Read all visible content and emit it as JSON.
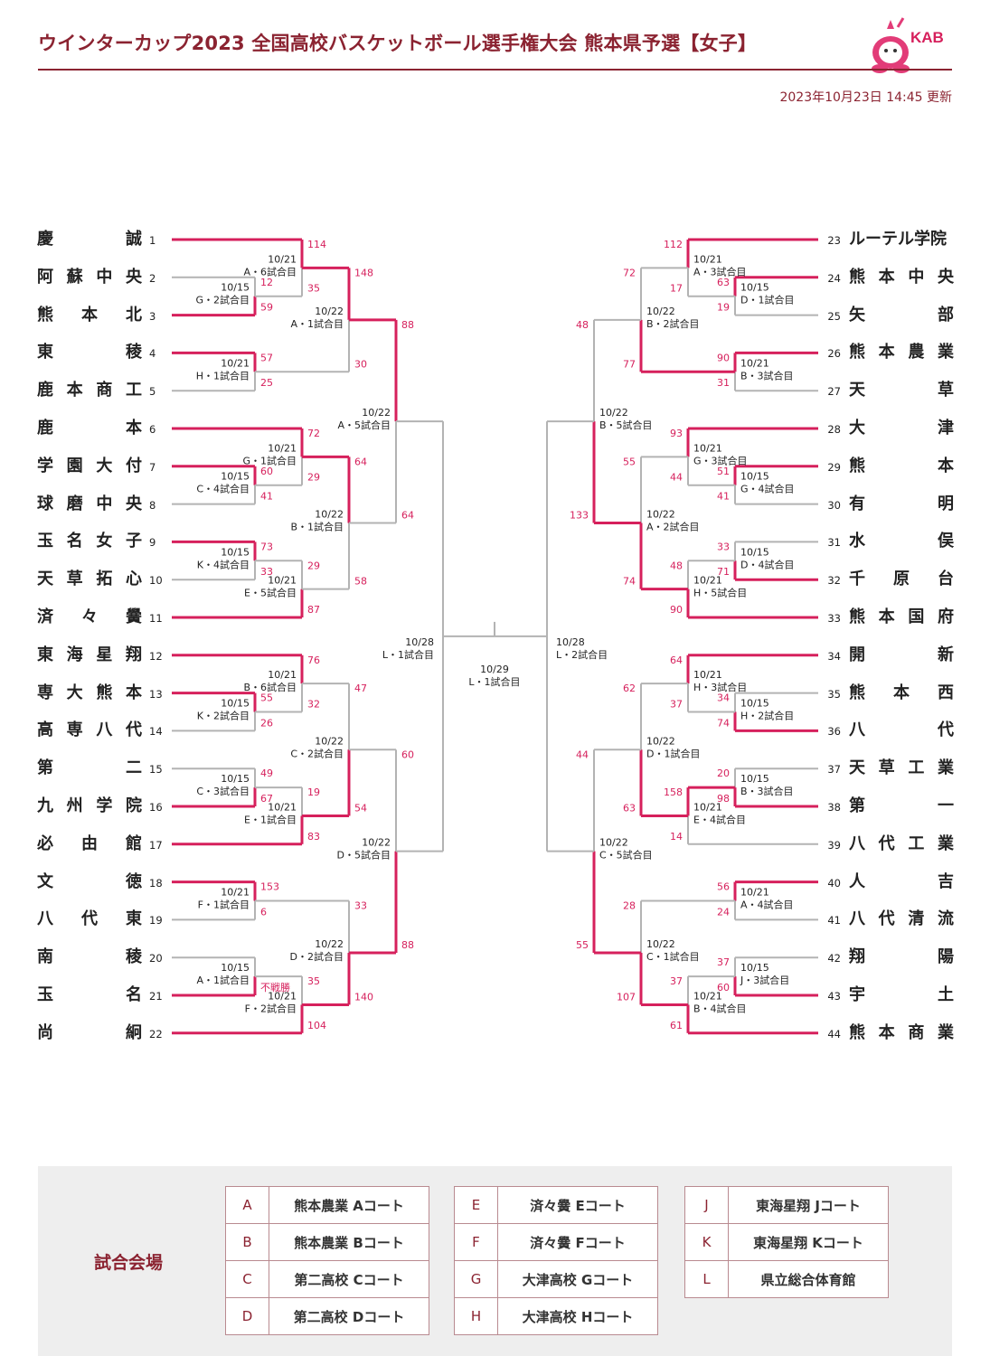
{
  "header": {
    "title": "ウインターカップ2023 全国高校バスケットボール選手権大会 熊本県予選【女子】",
    "updated": "2023年10月23日 14:45 更新",
    "logo_text": "KAB"
  },
  "colors": {
    "accent": "#8b2331",
    "winner_line": "#d6205c",
    "loser_line": "#b3b3b3"
  },
  "teams_left": [
    {
      "seed": "1",
      "name": "慶誠"
    },
    {
      "seed": "2",
      "name": "阿蘇中央"
    },
    {
      "seed": "3",
      "name": "熊本北"
    },
    {
      "seed": "4",
      "name": "東稜"
    },
    {
      "seed": "5",
      "name": "鹿本商工"
    },
    {
      "seed": "6",
      "name": "鹿本"
    },
    {
      "seed": "7",
      "name": "学園大付"
    },
    {
      "seed": "8",
      "name": "球磨中央"
    },
    {
      "seed": "9",
      "name": "玉名女子"
    },
    {
      "seed": "10",
      "name": "天草拓心"
    },
    {
      "seed": "11",
      "name": "済々黌"
    },
    {
      "seed": "12",
      "name": "東海星翔"
    },
    {
      "seed": "13",
      "name": "専大熊本"
    },
    {
      "seed": "14",
      "name": "高専八代"
    },
    {
      "seed": "15",
      "name": "第二"
    },
    {
      "seed": "16",
      "name": "九州学院"
    },
    {
      "seed": "17",
      "name": "必由館"
    },
    {
      "seed": "18",
      "name": "文徳"
    },
    {
      "seed": "19",
      "name": "八代東"
    },
    {
      "seed": "20",
      "name": "南稜"
    },
    {
      "seed": "21",
      "name": "玉名"
    },
    {
      "seed": "22",
      "name": "尚絅"
    }
  ],
  "teams_right": [
    {
      "seed": "23",
      "name": "ルーテル学院"
    },
    {
      "seed": "24",
      "name": "熊本中央"
    },
    {
      "seed": "25",
      "name": "矢部"
    },
    {
      "seed": "26",
      "name": "熊本農業"
    },
    {
      "seed": "27",
      "name": "天草"
    },
    {
      "seed": "28",
      "name": "大津"
    },
    {
      "seed": "29",
      "name": "熊本"
    },
    {
      "seed": "30",
      "name": "有明"
    },
    {
      "seed": "31",
      "name": "水俣"
    },
    {
      "seed": "32",
      "name": "千原台"
    },
    {
      "seed": "33",
      "name": "熊本国府"
    },
    {
      "seed": "34",
      "name": "開新"
    },
    {
      "seed": "35",
      "name": "熊本西"
    },
    {
      "seed": "36",
      "name": "八代"
    },
    {
      "seed": "37",
      "name": "天草工業"
    },
    {
      "seed": "38",
      "name": "第一"
    },
    {
      "seed": "39",
      "name": "八代工業"
    },
    {
      "seed": "40",
      "name": "人吉"
    },
    {
      "seed": "41",
      "name": "八代清流"
    },
    {
      "seed": "42",
      "name": "翔陽"
    },
    {
      "seed": "43",
      "name": "宇土"
    },
    {
      "seed": "44",
      "name": "熊本商業"
    }
  ],
  "matches_left": [
    {
      "date": "10/15",
      "game": "G・2試合目",
      "scores": [
        "12",
        "59"
      ],
      "winner": 1
    },
    {
      "date": "10/21",
      "game": "A・6試合目",
      "scores": [
        "114",
        "35"
      ],
      "winner": 0
    },
    {
      "date": "10/21",
      "game": "H・1試合目",
      "scores": [
        "57",
        "25"
      ],
      "winner": 0
    },
    {
      "date": "10/22",
      "game": "A・1試合目",
      "scores": [
        "148",
        "30"
      ],
      "winner": 0
    },
    {
      "date": "10/15",
      "game": "C・4試合目",
      "scores": [
        "60",
        "41"
      ],
      "winner": 0
    },
    {
      "date": "10/21",
      "game": "G・1試合目",
      "scores": [
        "72",
        "29"
      ],
      "winner": 0
    },
    {
      "date": "10/15",
      "game": "K・4試合目",
      "scores": [
        "73",
        "33"
      ],
      "winner": 0
    },
    {
      "date": "10/21",
      "game": "E・5試合目",
      "scores": [
        "29",
        "87"
      ],
      "winner": 1
    },
    {
      "date": "10/22",
      "game": "B・1試合目",
      "scores": [
        "64",
        "58"
      ],
      "winner": 0
    },
    {
      "date": "10/22",
      "game": "A・5試合目",
      "scores": [
        "88",
        "64"
      ],
      "winner": 0
    },
    {
      "date": "10/15",
      "game": "K・2試合目",
      "scores": [
        "55",
        "26"
      ],
      "winner": 0
    },
    {
      "date": "10/21",
      "game": "B・6試合目",
      "scores": [
        "76",
        "32"
      ],
      "winner": 0
    },
    {
      "date": "10/15",
      "game": "C・3試合目",
      "scores": [
        "49",
        "67"
      ],
      "winner": 1
    },
    {
      "date": "10/21",
      "game": "E・1試合目",
      "scores": [
        "19",
        "83"
      ],
      "winner": 1
    },
    {
      "date": "10/22",
      "game": "C・2試合目",
      "scores": [
        "47",
        "54"
      ],
      "winner": 1
    },
    {
      "date": "10/21",
      "game": "F・1試合目",
      "scores": [
        "153",
        "6"
      ],
      "winner": 0
    },
    {
      "date": "10/15",
      "game": "A・1試合目",
      "scores": [
        "",
        "不戦勝"
      ],
      "winner": 1
    },
    {
      "date": "10/21",
      "game": "F・2試合目",
      "scores": [
        "35",
        "104"
      ],
      "winner": 1
    },
    {
      "date": "10/22",
      "game": "D・2試合目",
      "scores": [
        "33",
        "140"
      ],
      "winner": 1
    },
    {
      "date": "10/22",
      "game": "D・5試合目",
      "scores": [
        "60",
        "88"
      ],
      "winner": 1
    },
    {
      "date": "10/28",
      "game": "L・1試合目",
      "scores": [
        "",
        ""
      ],
      "winner": -1
    }
  ],
  "matches_right": [
    {
      "date": "10/15",
      "game": "D・1試合目",
      "scores": [
        "63",
        "19"
      ],
      "winner": 0
    },
    {
      "date": "10/21",
      "game": "A・3試合目",
      "scores": [
        "112",
        "17"
      ],
      "winner": 0
    },
    {
      "date": "10/21",
      "game": "B・3試合目",
      "scores": [
        "90",
        "31"
      ],
      "winner": 0
    },
    {
      "date": "10/22",
      "game": "B・2試合目",
      "scores": [
        "72",
        "77"
      ],
      "winner": 1
    },
    {
      "date": "10/15",
      "game": "G・4試合目",
      "scores": [
        "51",
        "41"
      ],
      "winner": 0
    },
    {
      "date": "10/21",
      "game": "G・3試合目",
      "scores": [
        "93",
        "44"
      ],
      "winner": 0
    },
    {
      "date": "10/15",
      "game": "D・4試合目",
      "scores": [
        "33",
        "71"
      ],
      "winner": 1
    },
    {
      "date": "10/21",
      "game": "H・5試合目",
      "scores": [
        "48",
        "90"
      ],
      "winner": 1
    },
    {
      "date": "10/22",
      "game": "A・2試合目",
      "scores": [
        "55",
        "74"
      ],
      "winner": 1
    },
    {
      "date": "10/22",
      "game": "B・5試合目",
      "scores": [
        "48",
        "133"
      ],
      "winner": 1
    },
    {
      "date": "10/15",
      "game": "H・2試合目",
      "scores": [
        "34",
        "74"
      ],
      "winner": 1
    },
    {
      "date": "10/21",
      "game": "H・3試合目",
      "scores": [
        "64",
        "37"
      ],
      "winner": 0
    },
    {
      "date": "10/15",
      "game": "B・3試合目",
      "scores": [
        "20",
        "98"
      ],
      "winner": 1
    },
    {
      "date": "10/21",
      "game": "E・4試合目",
      "scores": [
        "158",
        "14"
      ],
      "winner": 0
    },
    {
      "date": "10/22",
      "game": "D・1試合目",
      "scores": [
        "62",
        "63"
      ],
      "winner": 1
    },
    {
      "date": "10/21",
      "game": "A・4試合目",
      "scores": [
        "56",
        "24"
      ],
      "winner": 0
    },
    {
      "date": "10/15",
      "game": "J・3試合目",
      "scores": [
        "37",
        "60"
      ],
      "winner": 1
    },
    {
      "date": "10/21",
      "game": "B・4試合目",
      "scores": [
        "37",
        "61"
      ],
      "winner": 1
    },
    {
      "date": "10/22",
      "game": "C・1試合目",
      "scores": [
        "28",
        "107"
      ],
      "winner": 1
    },
    {
      "date": "10/22",
      "game": "C・5試合目",
      "scores": [
        "44",
        "55"
      ],
      "winner": 1
    },
    {
      "date": "10/28",
      "game": "L・2試合目",
      "scores": [
        "",
        ""
      ],
      "winner": -1
    }
  ],
  "final": {
    "date": "10/29",
    "game": "L・1試合目"
  },
  "venues": {
    "label": "試合会場",
    "columns": [
      [
        {
          "code": "A",
          "name": "熊本農業 Aコート"
        },
        {
          "code": "B",
          "name": "熊本農業 Bコート"
        },
        {
          "code": "C",
          "name": "第二高校 Cコート"
        },
        {
          "code": "D",
          "name": "第二高校 Dコート"
        }
      ],
      [
        {
          "code": "E",
          "name": "済々黌 Eコート"
        },
        {
          "code": "F",
          "name": "済々黌 Fコート"
        },
        {
          "code": "G",
          "name": "大津高校 Gコート"
        },
        {
          "code": "H",
          "name": "大津高校 Hコート"
        }
      ],
      [
        {
          "code": "J",
          "name": "東海星翔 Jコート"
        },
        {
          "code": "K",
          "name": "東海星翔 Kコート"
        },
        {
          "code": "L",
          "name": "県立総合体育館"
        }
      ]
    ]
  }
}
